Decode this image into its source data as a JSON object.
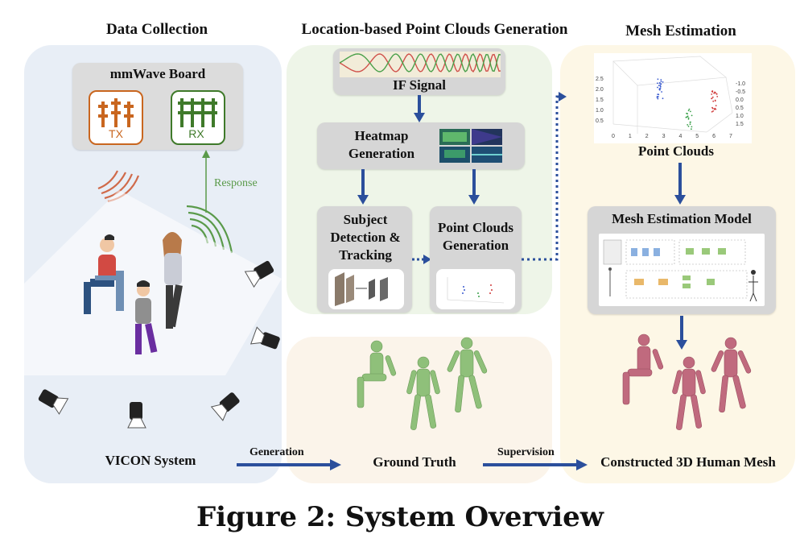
{
  "sections": {
    "data_collection": "Data Collection",
    "point_clouds_generation": "Location-based Point Clouds Generation",
    "mesh_estimation": "Mesh Estimation"
  },
  "mmwave": {
    "title": "mmWave Board",
    "tx": "TX",
    "rx": "RX",
    "response": "Response"
  },
  "pipeline": {
    "if_signal": "IF Signal",
    "heatmap_generation": "Heatmap Generation",
    "subject_detection": "Subject Detection & Tracking",
    "point_clouds_generation": "Point Clouds Generation",
    "point_clouds": "Point Clouds",
    "mesh_estimation_model": "Mesh Estimation Model"
  },
  "bottom": {
    "vicon": "VICON System",
    "generation": "Generation",
    "ground_truth": "Ground Truth",
    "supervision": "Supervision",
    "constructed_mesh": "Constructed 3D Human Mesh"
  },
  "caption": "Figure 2: System Overview",
  "plot_ticks": {
    "y": [
      "2.5",
      "2.0",
      "1.5",
      "1.0",
      "0.5"
    ],
    "x": [
      "0",
      "1",
      "2",
      "3",
      "4",
      "5",
      "6",
      "7"
    ],
    "z": [
      "-1.0",
      "-0.5",
      "0.0",
      "0.5",
      "1.0",
      "1.5"
    ]
  },
  "colors": {
    "blue_panel": "#e8eef6",
    "green_panel": "#eef5e8",
    "peach_panel": "#fbf4ea",
    "yellow_panel": "#fdf7e6",
    "gray_box": "#d6d6d6",
    "arrow": "#2b4f9c",
    "tx": "#c9661f",
    "rx": "#3f7a2a",
    "ground_truth": "#8fc07a",
    "mesh": "#c06a7e"
  }
}
